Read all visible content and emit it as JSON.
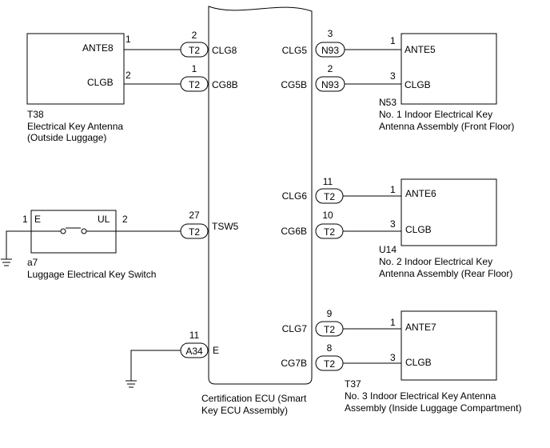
{
  "ecu": {
    "label_line1": "Certification ECU (Smart",
    "label_line2": "Key ECU Assembly)",
    "pins": {
      "clg8": "CLG8",
      "cg8b": "CG8B",
      "tsw5": "TSW5",
      "e": "E",
      "clg5": "CLG5",
      "cg5b": "CG5B",
      "clg6": "CLG6",
      "cg6b": "CG6B",
      "clg7": "CLG7",
      "cg7b": "CG7B"
    }
  },
  "connectors": {
    "t2": "T2",
    "n93": "N93",
    "a34": "A34"
  },
  "pin_numbers": {
    "t2_clg8": "2",
    "t2_cg8b": "1",
    "t2_tsw5": "27",
    "a34_e": "11",
    "n93_clg5": "3",
    "n93_cg5b": "2",
    "t2_clg6": "11",
    "t2_cg6b": "10",
    "t2_clg7": "9",
    "t2_cg7b": "8"
  },
  "components": {
    "t38": {
      "code": "T38",
      "name_line1": "Electrical Key Antenna",
      "name_line2": "(Outside Luggage)",
      "terminal1": "ANTE8",
      "terminal2": "CLGB",
      "pin1": "1",
      "pin2": "2"
    },
    "a7": {
      "code": "a7",
      "name": "Luggage Electrical Key Switch",
      "terminal_left": "E",
      "terminal_right": "UL",
      "pin_left": "1",
      "pin_right": "2"
    },
    "n53": {
      "code": "N53",
      "name_line1": "No. 1 Indoor Electrical Key",
      "name_line2": "Antenna Assembly (Front Floor)",
      "terminal1": "ANTE5",
      "terminal2": "CLGB",
      "pin1": "1",
      "pin2": "3"
    },
    "u14": {
      "code": "U14",
      "name_line1": "No. 2 Indoor Electrical Key",
      "name_line2": "Antenna Assembly (Rear Floor)",
      "terminal1": "ANTE6",
      "terminal2": "CLGB",
      "pin1": "1",
      "pin2": "3"
    },
    "t37": {
      "code": "T37",
      "name_line1": "No. 3 Indoor Electrical Key Antenna",
      "name_line2": "Assembly (Inside Luggage Compartment)",
      "terminal1": "ANTE7",
      "terminal2": "CLGB",
      "pin1": "1",
      "pin2": "3"
    }
  }
}
